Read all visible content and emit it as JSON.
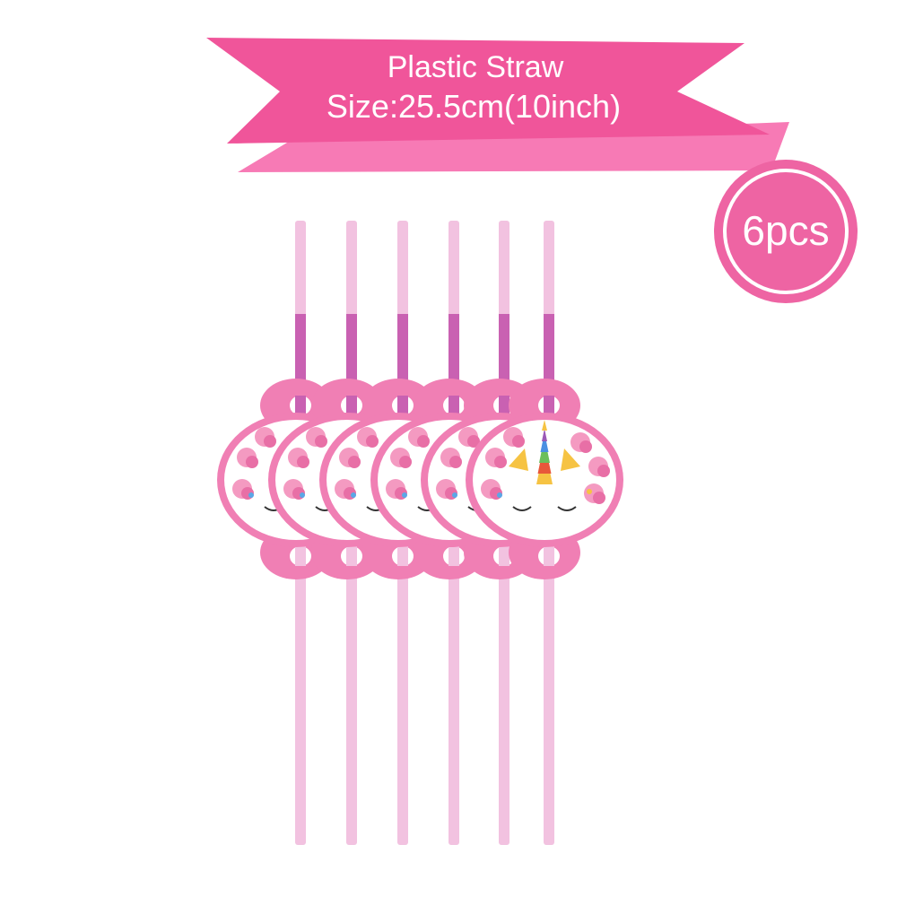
{
  "banner": {
    "line1": "Plastic Straw",
    "line2": "Size:25.5cm(10inch)"
  },
  "badge": {
    "label": "6pcs"
  },
  "product": {
    "straw_count": 6
  },
  "colors": {
    "banner_main": "#f0559a",
    "banner_back": "#f77ab5",
    "badge_fill": "#ee64a3",
    "straw": "#f2c2e0",
    "straw_band": "#c961b2",
    "card_pink": "#f07fb4",
    "card_white": "#ffffff"
  }
}
